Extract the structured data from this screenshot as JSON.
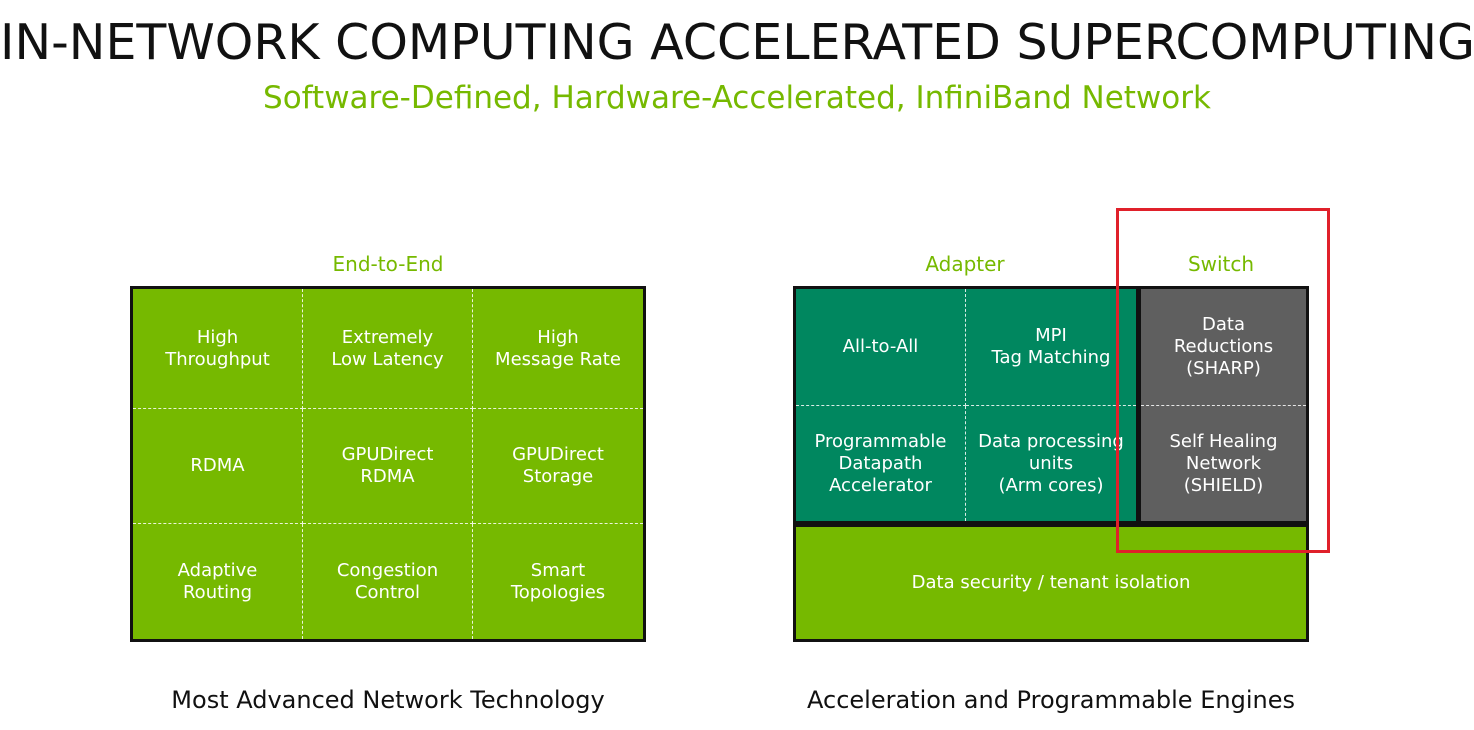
{
  "title": "IN-NETWORK COMPUTING ACCELERATED SUPERCOMPUTING",
  "subtitle": "Software-Defined, Hardware-Accelerated, InfiniBand Network",
  "colors": {
    "accent_green": "#76b900",
    "dark_teal": "#00875f",
    "switch_gray": "#5f5f5f",
    "highlight_red": "#e0202a"
  },
  "left": {
    "label": "End-to-End",
    "cells": [
      "High\nThroughput",
      "Extremely\nLow Latency",
      "High\nMessage Rate",
      "RDMA",
      "GPUDirect\nRDMA",
      "GPUDirect\nStorage",
      "Adaptive\nRouting",
      "Congestion\nControl",
      "Smart\nTopologies"
    ],
    "footer": "Most Advanced Network Technology"
  },
  "right": {
    "adapter_label": "Adapter",
    "switch_label": "Switch",
    "adapter_cells": [
      "All-to-All",
      "MPI\nTag Matching",
      "Programmable\nDatapath\nAccelerator",
      "Data processing\nunits\n(Arm cores)"
    ],
    "switch_cells": [
      "Data\nReductions\n(SHARP)",
      "Self Healing\nNetwork\n(SHIELD)"
    ],
    "bottom_cell": "Data security / tenant isolation",
    "footer": "Acceleration and Programmable Engines"
  }
}
